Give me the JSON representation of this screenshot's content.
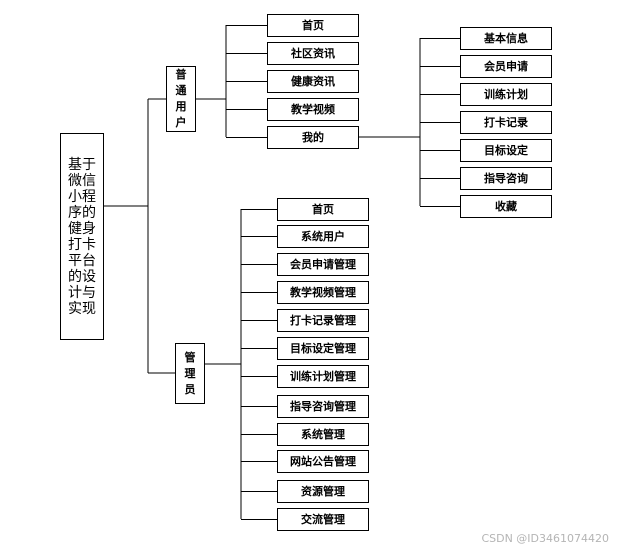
{
  "root": "基于微信小程序的健身打卡平台的设计与实现",
  "branches": {
    "user": {
      "label": "普通用户",
      "items": [
        "首页",
        "社区资讯",
        "健康资讯",
        "教学视频",
        "我的"
      ],
      "mine": [
        "基本信息",
        "会员申请",
        "训练计划",
        "打卡记录",
        "目标设定",
        "指导咨询",
        "收藏"
      ]
    },
    "admin": {
      "label": "管理员",
      "items": [
        "首页",
        "系统用户",
        "会员申请管理",
        "教学视频管理",
        "打卡记录管理",
        "目标设定管理",
        "训练计划管理",
        "指导咨询管理",
        "系统管理",
        "网站公告管理",
        "资源管理",
        "交流管理"
      ]
    }
  },
  "watermark": "CSDN @ID3461074420"
}
